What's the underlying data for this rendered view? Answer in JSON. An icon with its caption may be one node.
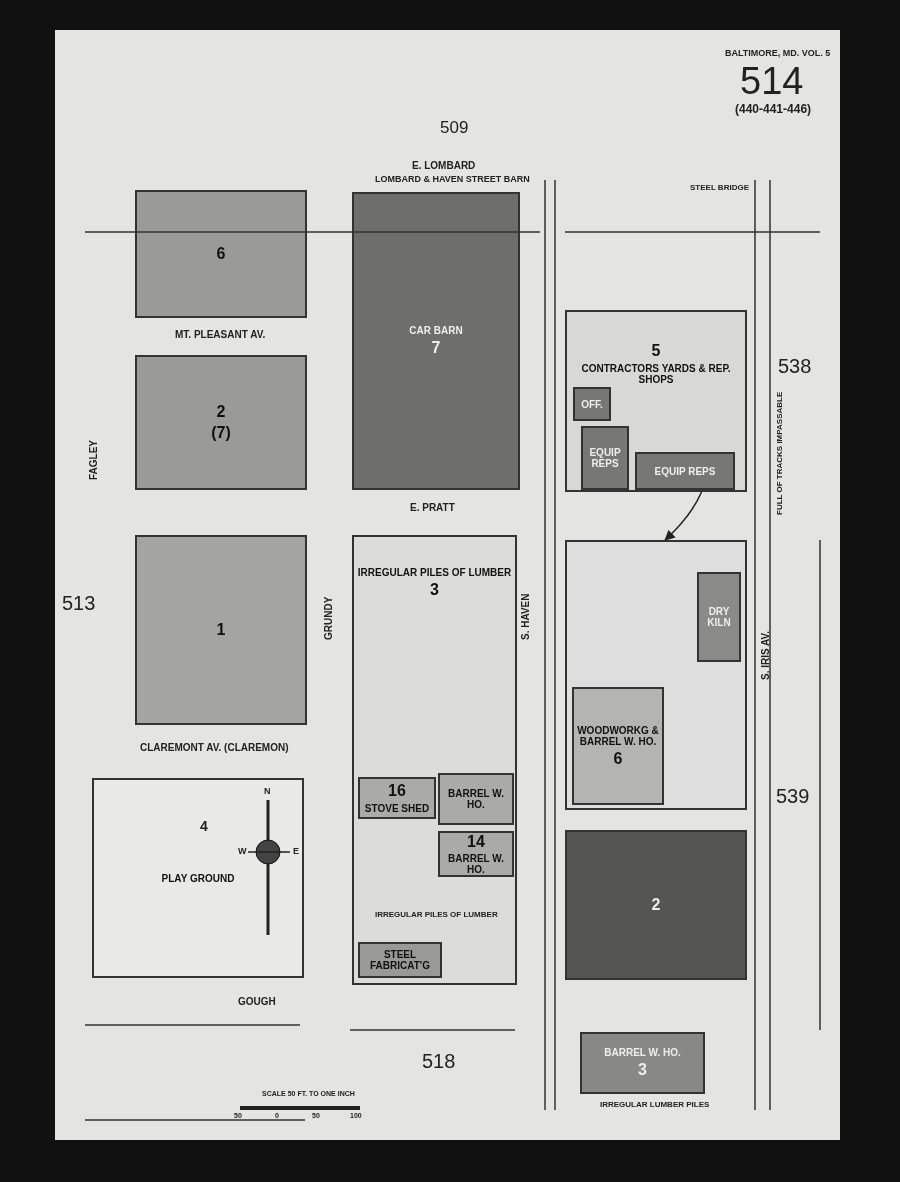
{
  "diagram": {
    "nodes": [
      {
        "text": [
          "6"
        ]
      },
      {
        "text": [
          "2",
          "(7)"
        ]
      },
      {
        "text": [
          "1"
        ]
      },
      {
        "text": [
          "PLAY GROUND"
        ]
      },
      {
        "text": [
          "CAR BARN",
          "7"
        ]
      },
      {
        "text": [
          "5",
          "CONTRACTORS YARDS & REP. SHOPS"
        ]
      },
      {
        "text": [
          "OFF."
        ],
        "in": 5
      },
      {
        "text": [
          "EQUIP REPS"
        ],
        "in": 5
      },
      {
        "text": [
          "EQUIP REPS"
        ],
        "in": 5
      },
      {
        "text": [
          "IRREGULAR PILES OF LUMBER",
          "3"
        ]
      },
      {
        "text": [
          "16",
          "STOVE SHED"
        ],
        "in": 9
      },
      {
        "text": [
          "BARREL W. HO."
        ],
        "in": 9
      },
      {
        "text": [
          "14",
          "BARREL W. HO."
        ],
        "in": 9
      },
      {
        "text": [
          "STEEL FABRICAT'G"
        ],
        "in": 9
      },
      {
        "text": [],
        "shape": "box"
      },
      {
        "text": [
          "WOODWORKG & BARREL W. HO.",
          "6"
        ],
        "in": 14
      },
      {
        "text": [
          "DRY KILN"
        ],
        "in": 14
      },
      {
        "text": [
          "2"
        ]
      },
      {
        "text": [
          "BARREL W. HO.",
          "3"
        ]
      }
    ],
    "edges": [
      {
        "from": 5,
        "to": 14,
        "arrow": "to"
      }
    ],
    "labels": [
      "BALTIMORE, MD. VOL. 5",
      "514",
      "(440-441-446)",
      "509",
      "E. LOMBARD",
      "LOMBARD & HAVEN STREET BARN",
      "STEEL BRIDGE",
      "MT. PLEASANT AV.",
      "FAGLEY",
      "538",
      "E. PRATT",
      "513",
      "GRUNDY",
      "S. HAVEN",
      "S. IRIS AV.",
      "FULL OF TRACKS IMPASSABLE",
      "CLAREMONT AV. (CLAREMON)",
      "539",
      "4",
      "N",
      "W",
      "E",
      "IRREGULAR PILES OF LUMBER",
      "GOUGH",
      "518",
      "IRREGULAR LUMBER PILES",
      "SCALE 50 FT. TO ONE INCH",
      "50",
      "0",
      "50",
      "100"
    ]
  }
}
